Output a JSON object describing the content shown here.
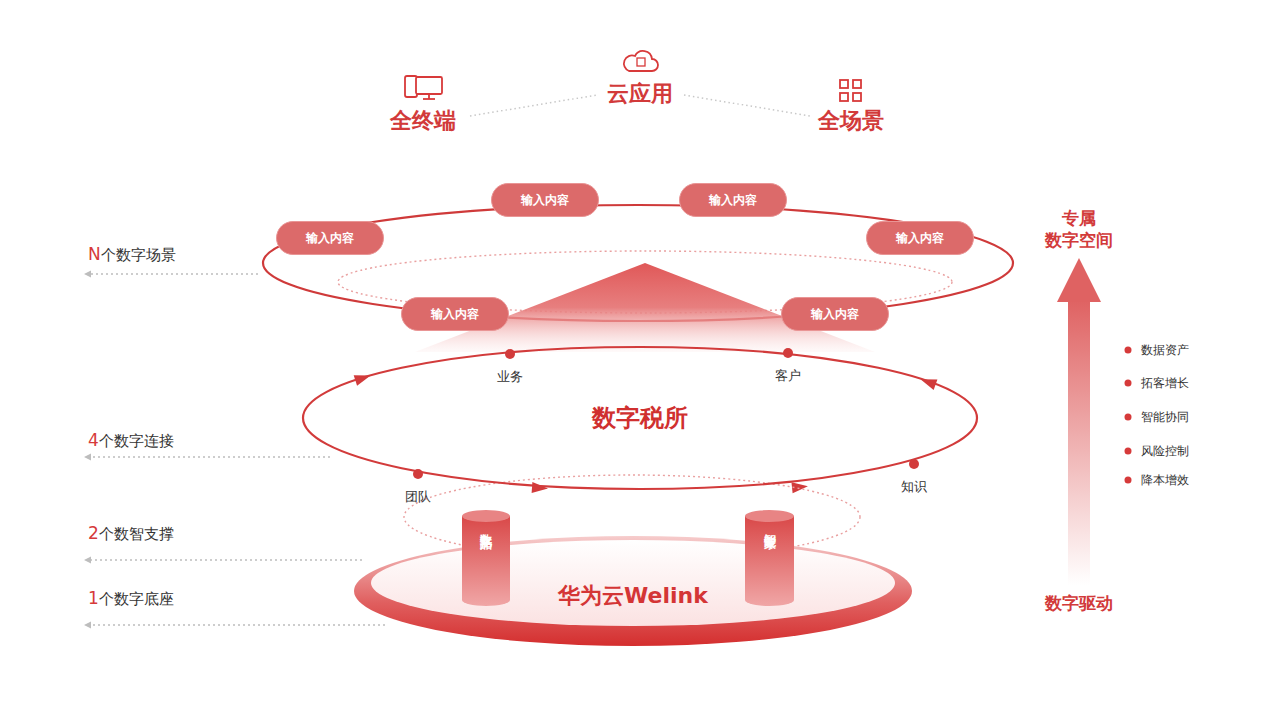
{
  "diagram": {
    "nodes": [
      {
        "text": [
          "输入内容"
        ]
      },
      {
        "text": [
          "输入内容"
        ]
      },
      {
        "text": [
          "输入内容"
        ]
      },
      {
        "text": [
          "输入内容"
        ]
      },
      {
        "text": [
          "输入内容"
        ]
      },
      {
        "text": [
          "输入内容"
        ]
      },
      {
        "text": [
          "业务"
        ]
      },
      {
        "text": [
          "客户"
        ]
      },
      {
        "text": [
          "数字税所"
        ]
      },
      {
        "text": [
          "团队"
        ]
      },
      {
        "text": [
          "知识"
        ]
      },
      {
        "text": [
          "数字化产品"
        ]
      },
      {
        "text": [
          "智能专家"
        ]
      },
      {
        "text": [
          "华为云Welink"
        ]
      }
    ],
    "labels": [
      "云应用",
      "全终端",
      "全场景",
      "专属 数字空间",
      "N个数字场景",
      "4个数字连接",
      "2个数智支撑",
      "1个数字底座",
      "数据资产",
      "拓客增长",
      "智能协同",
      "风险控制",
      "降本增效",
      "数字驱动"
    ]
  }
}
